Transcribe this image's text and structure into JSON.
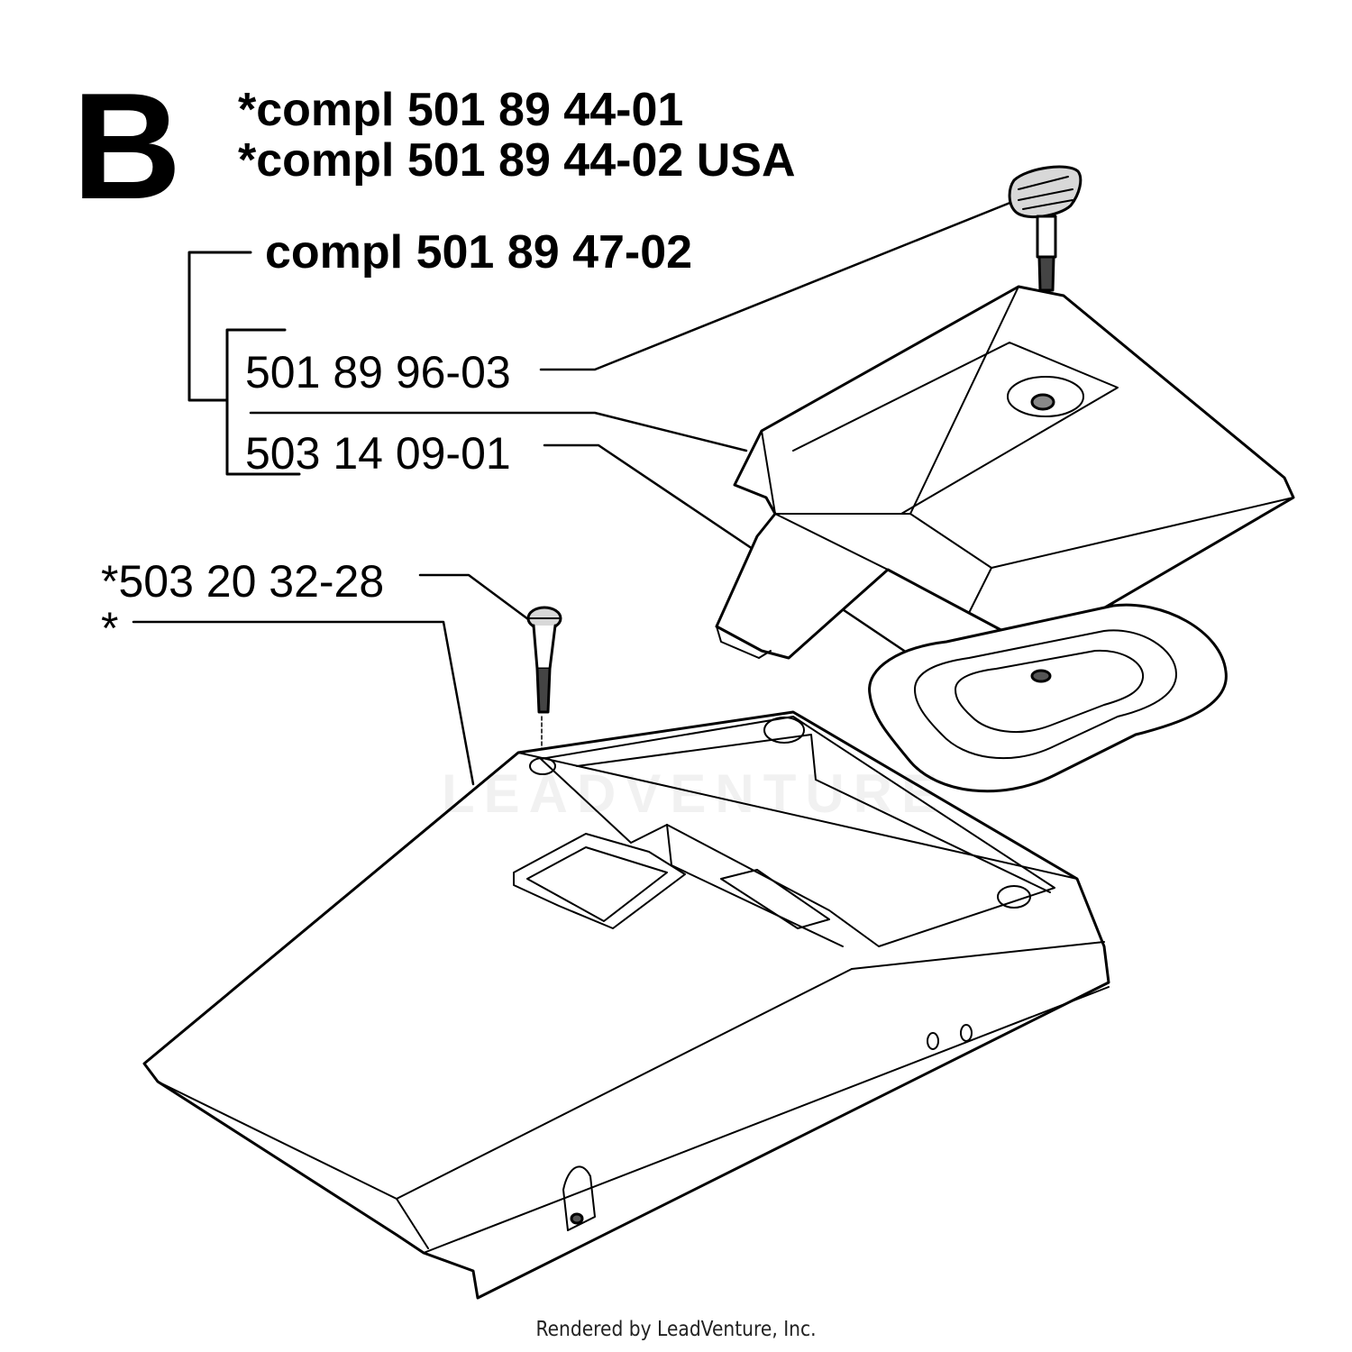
{
  "section": "B",
  "kits": {
    "line1": "*compl 501 89 44-01",
    "line2": "*compl 501 89 44-02 USA",
    "line3": "compl 501 89 47-02"
  },
  "parts": [
    {
      "number": "501 89 96-03"
    },
    {
      "number": "503 14 09-01"
    },
    {
      "number": "*503 20 32-28"
    },
    {
      "number": "*"
    }
  ],
  "watermark": "LEADVENTURE",
  "footer": "Rendered by LeadVenture, Inc.",
  "colors": {
    "ink": "#000000",
    "paper": "#ffffff"
  }
}
